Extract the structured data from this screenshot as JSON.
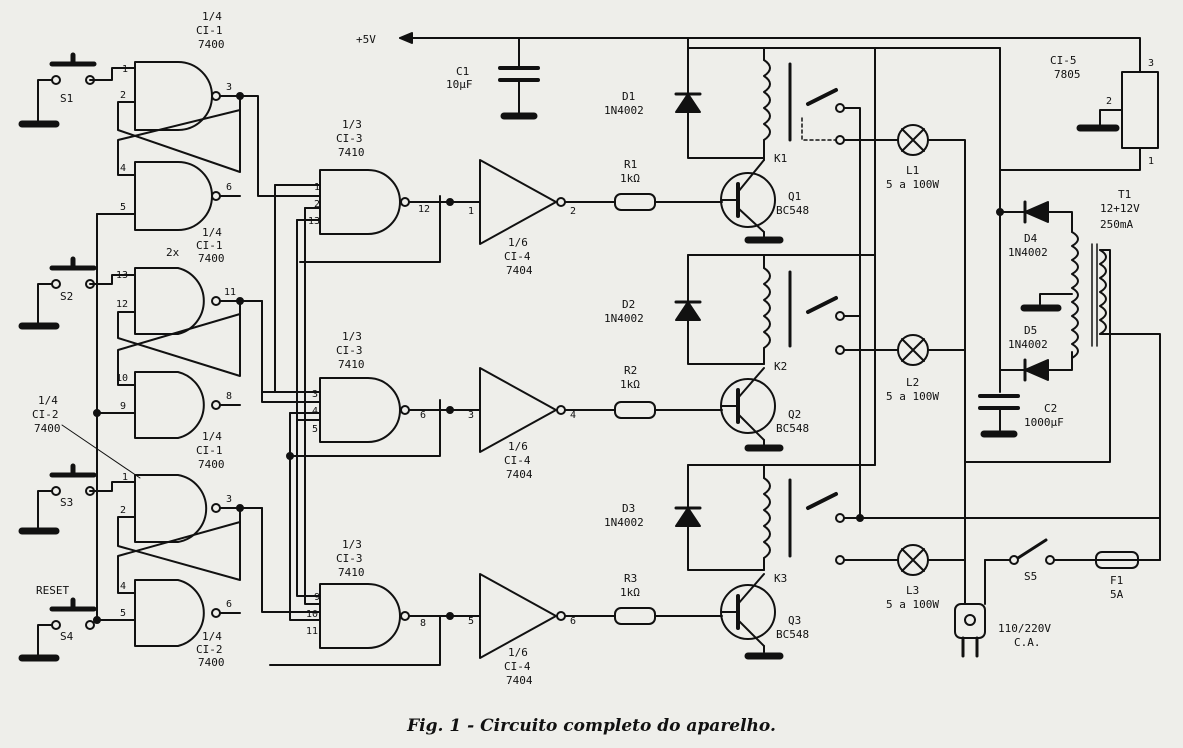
{
  "supply": {
    "vcc_label": "+5V"
  },
  "caption": "Fig. 1 - Circuito completo do aparelho.",
  "switches": [
    {
      "ref": "S1"
    },
    {
      "ref": "S2"
    },
    {
      "ref": "S3"
    },
    {
      "ref": "S4",
      "extra_label": "RESET"
    }
  ],
  "nand_gates": [
    {
      "part": [
        "1/4",
        "CI-1",
        "7400"
      ],
      "in_a": "1",
      "in_b": "2",
      "out": "3"
    },
    {
      "part": [],
      "in_a": "4",
      "in_b": "5",
      "out": "6"
    },
    {
      "part": [
        "1/4",
        "CI-1",
        "7400"
      ],
      "prefix": "2x",
      "in_a": "13",
      "in_b": "12",
      "out": "11"
    },
    {
      "part": [],
      "in_a": "10",
      "in_b": "9",
      "out": "8"
    },
    {
      "part": [
        "1/4",
        "CI-1",
        "7400"
      ],
      "in_a": "1",
      "in_b": "2",
      "out": "3"
    },
    {
      "part": [
        "1/4",
        "CI-2",
        "7400"
      ],
      "in_a": "4",
      "in_b": "5",
      "out": "6"
    }
  ],
  "ci2_callout": [
    "1/4",
    "CI-2",
    "7400"
  ],
  "nand3": [
    {
      "part": [
        "1/3",
        "CI-3",
        "7410"
      ],
      "pins": [
        "1",
        "2",
        "13"
      ],
      "out": "12"
    },
    {
      "part": [
        "1/3",
        "CI-3",
        "7410"
      ],
      "pins": [
        "3",
        "4",
        "5"
      ],
      "out": "6"
    },
    {
      "part": [
        "1/3",
        "CI-3",
        "7410"
      ],
      "pins": [
        "9",
        "10",
        "11"
      ],
      "out": "8"
    }
  ],
  "inverters": [
    {
      "part": [
        "1/6",
        "CI-4",
        "7404"
      ],
      "in": "1",
      "out": "2"
    },
    {
      "part": [
        "1/6",
        "CI-4",
        "7404"
      ],
      "in": "3",
      "out": "4"
    },
    {
      "part": [
        "1/6",
        "CI-4",
        "7404"
      ],
      "in": "5",
      "out": "6"
    }
  ],
  "resistors": [
    {
      "ref": "R1",
      "value": "1kΩ"
    },
    {
      "ref": "R2",
      "value": "1kΩ"
    },
    {
      "ref": "R3",
      "value": "1kΩ"
    }
  ],
  "transistors": [
    {
      "ref": "Q1",
      "type": "BC548"
    },
    {
      "ref": "Q2",
      "type": "BC548"
    },
    {
      "ref": "Q3",
      "type": "BC548"
    }
  ],
  "diodes": [
    {
      "ref": "D1",
      "type": "1N4002"
    },
    {
      "ref": "D2",
      "type": "1N4002"
    },
    {
      "ref": "D3",
      "type": "1N4002"
    },
    {
      "ref": "D4",
      "type": "1N4002"
    },
    {
      "ref": "D5",
      "type": "1N4002"
    }
  ],
  "relays": [
    {
      "ref": "K1"
    },
    {
      "ref": "K2"
    },
    {
      "ref": "K3"
    }
  ],
  "lamps": [
    {
      "ref": "L1",
      "rating": "5 a 100W"
    },
    {
      "ref": "L2",
      "rating": "5 a 100W"
    },
    {
      "ref": "L3",
      "rating": "5 a 100W"
    }
  ],
  "capacitors": [
    {
      "ref": "C1",
      "value": "10µF"
    },
    {
      "ref": "C2",
      "value": "1000µF"
    }
  ],
  "regulator": {
    "ref": "CI-5",
    "type": "7805",
    "pins": [
      "1",
      "2",
      "3"
    ]
  },
  "transformer": {
    "ref": "T1",
    "rating": [
      "12+12V",
      "250mA"
    ]
  },
  "mains": {
    "label": [
      "110/220V",
      "C.A."
    ]
  },
  "mains_switch": {
    "ref": "S5"
  },
  "fuse": {
    "ref": "F1",
    "value": "5A"
  }
}
